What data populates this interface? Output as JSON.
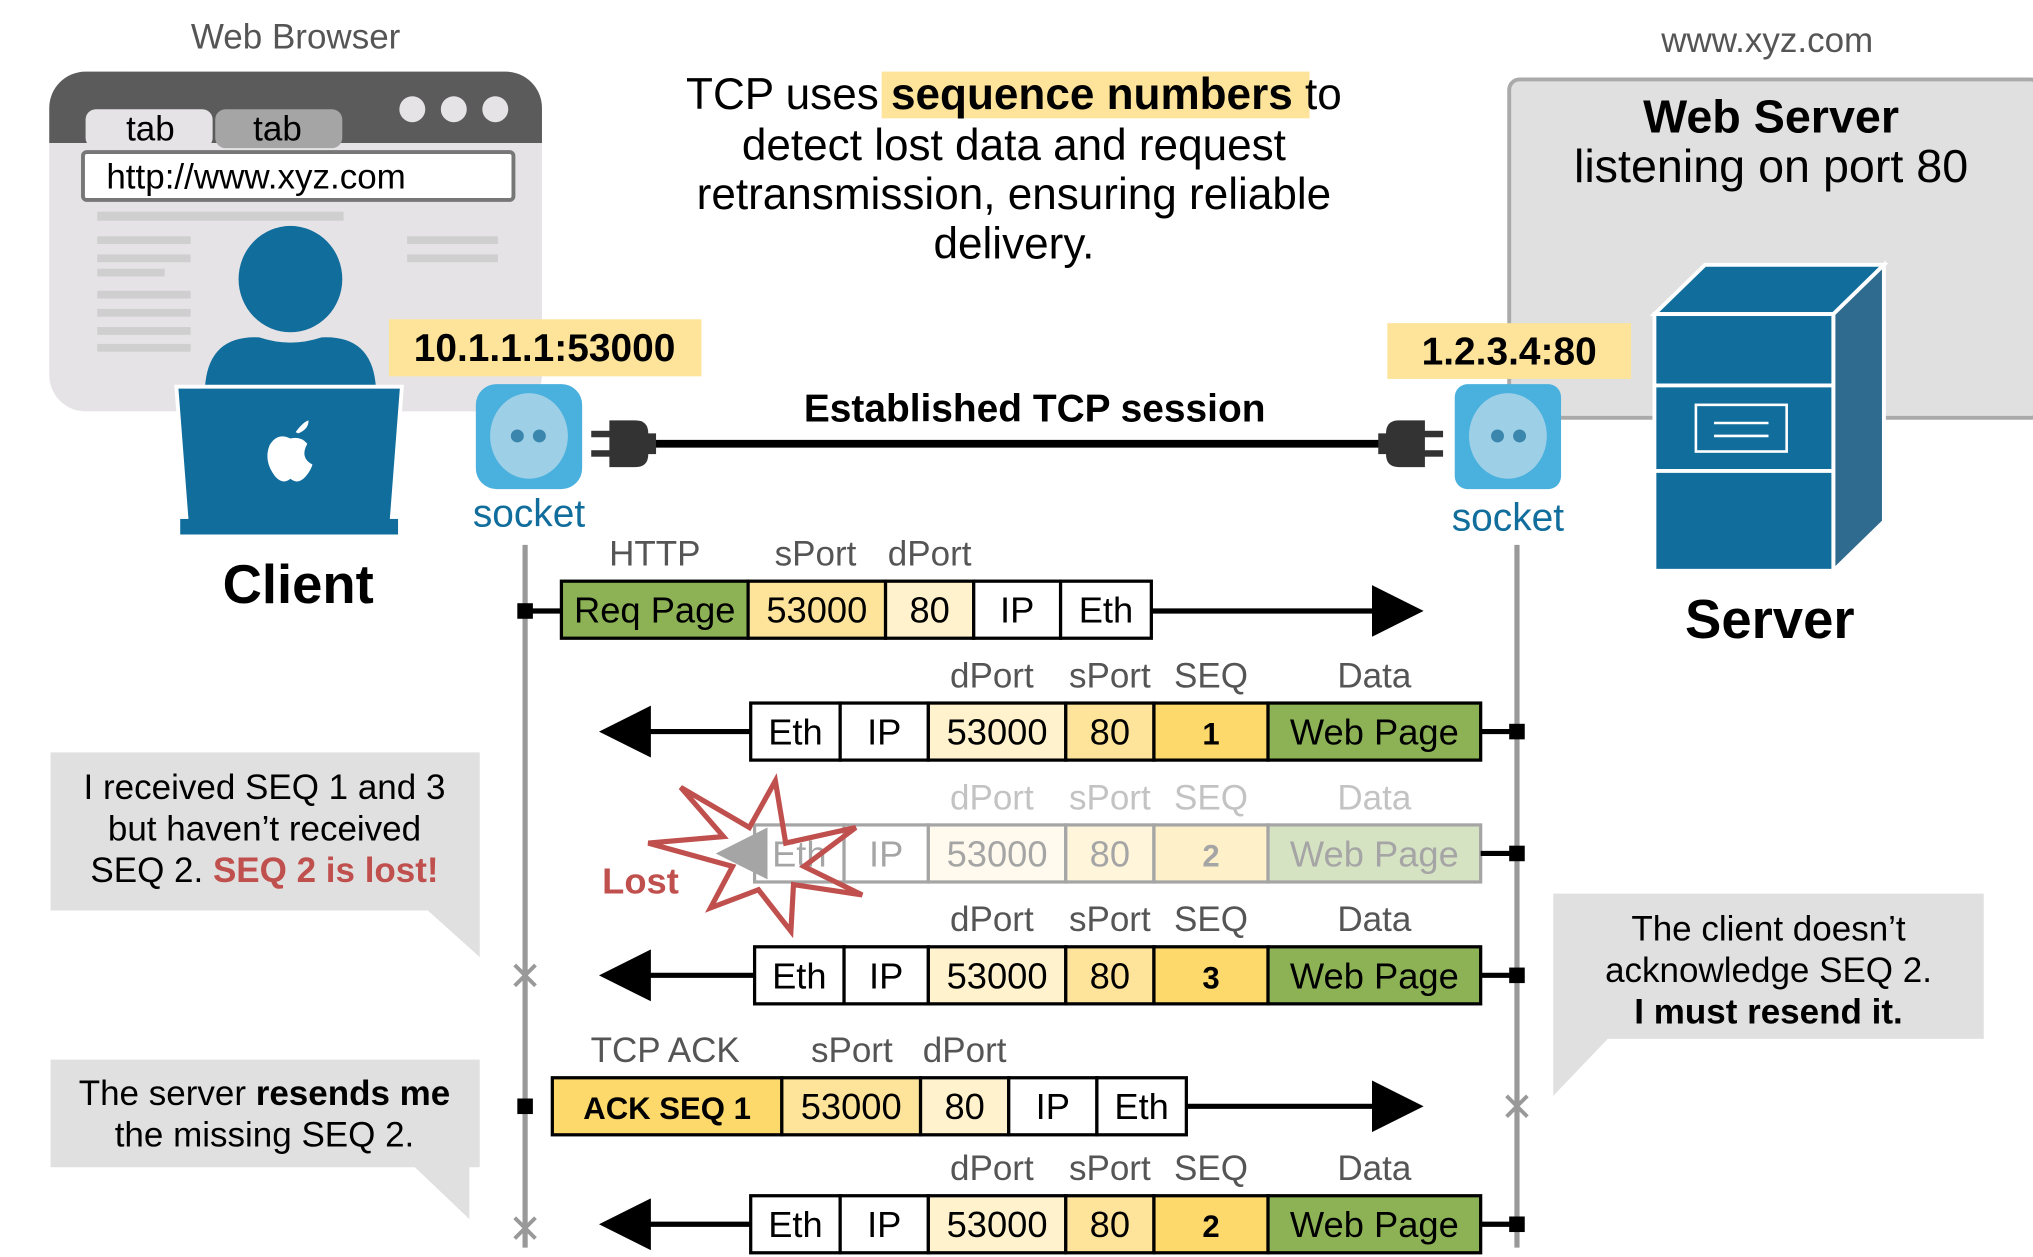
{
  "browser": {
    "title": "Web Browser",
    "tab1": "tab",
    "tab2": "tab",
    "url": "http://www.xyz.com"
  },
  "client": {
    "label": "Client",
    "address": "10.1.1.1:53000",
    "socket": "socket"
  },
  "server": {
    "domain": "www.xyz.com",
    "title": "Web Server",
    "subtitle": "listening on port 80",
    "label": "Server",
    "address": "1.2.3.4:80",
    "socket": "socket"
  },
  "headline": {
    "l1a": "TCP uses ",
    "l1b": "sequence numbers",
    "l1c": " to",
    "l2": "detect lost data and request",
    "l3": "retransmission, ensuring reliable",
    "l4": "delivery."
  },
  "session": "Established TCP session",
  "request": {
    "labels": [
      "HTTP",
      "sPort",
      "dPort"
    ],
    "cells": [
      "Req Page",
      "53000",
      "80",
      "IP",
      "Eth"
    ]
  },
  "responses": [
    {
      "labels": [
        "dPort",
        "sPort",
        "SEQ",
        "Data"
      ],
      "cells": [
        "Eth",
        "IP",
        "53000",
        "80",
        "1",
        "Web Page"
      ]
    },
    {
      "labels": [
        "dPort",
        "sPort",
        "SEQ",
        "Data"
      ],
      "cells": [
        "Eth",
        "IP",
        "53000",
        "80",
        "2",
        "Web Page"
      ],
      "lost": true
    },
    {
      "labels": [
        "dPort",
        "sPort",
        "SEQ",
        "Data"
      ],
      "cells": [
        "Eth",
        "IP",
        "53000",
        "80",
        "3",
        "Web Page"
      ]
    },
    {
      "labels": [
        "dPort",
        "sPort",
        "SEQ",
        "Data"
      ],
      "cells": [
        "Eth",
        "IP",
        "53000",
        "80",
        "2",
        "Web Page"
      ]
    }
  ],
  "ack": {
    "labels": [
      "TCP ACK",
      "sPort",
      "dPort"
    ],
    "cells": [
      "ACK SEQ 1",
      "53000",
      "80",
      "IP",
      "Eth"
    ]
  },
  "lost_label": "Lost",
  "callouts": {
    "c1": {
      "l1": "I received SEQ 1 and 3",
      "l2": "but haven’t received",
      "l3a": "SEQ 2. ",
      "l3b": "SEQ 2 is lost!"
    },
    "c2": {
      "l1a": "The server ",
      "l1b": "resends me",
      "l2": "the missing SEQ 2."
    },
    "c3": {
      "l1": "The client doesn’t",
      "l2": "acknowledge SEQ 2.",
      "l3": "I must resend it."
    }
  },
  "colors": {
    "blue": "#106d9c",
    "socket": "#4ab0de",
    "yellow_light": "#fff2cc",
    "yellow_mid": "#fde49a",
    "yellow_seq": "#fdd86a",
    "green": "#8db256",
    "red": "#c0504d"
  }
}
